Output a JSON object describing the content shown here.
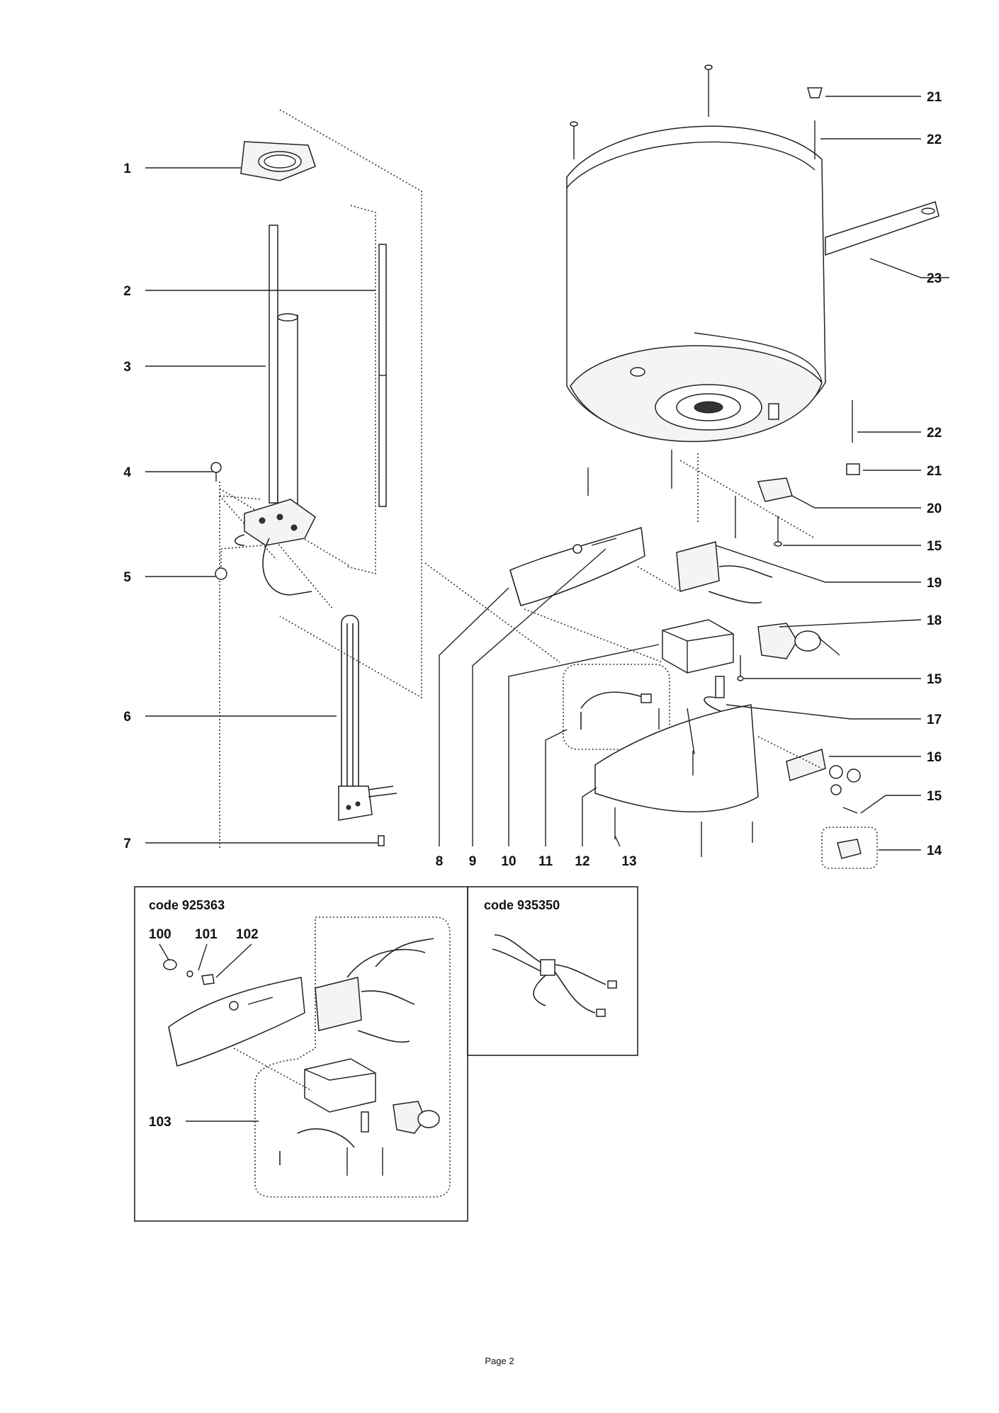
{
  "callouts": {
    "left": [
      "1",
      "2",
      "3",
      "4",
      "5",
      "6",
      "7"
    ],
    "bottom": [
      "8",
      "9",
      "10",
      "11",
      "12",
      "13"
    ],
    "right": [
      "21",
      "22",
      "23",
      "22",
      "21",
      "20",
      "15",
      "19",
      "18",
      "15",
      "17",
      "16",
      "15",
      "14"
    ]
  },
  "inset_a": {
    "code_label": "code 925363",
    "callouts": [
      "100",
      "101",
      "102",
      "103"
    ]
  },
  "inset_b": {
    "code_label": "code 935350"
  },
  "footer": {
    "page": "Page 2"
  }
}
